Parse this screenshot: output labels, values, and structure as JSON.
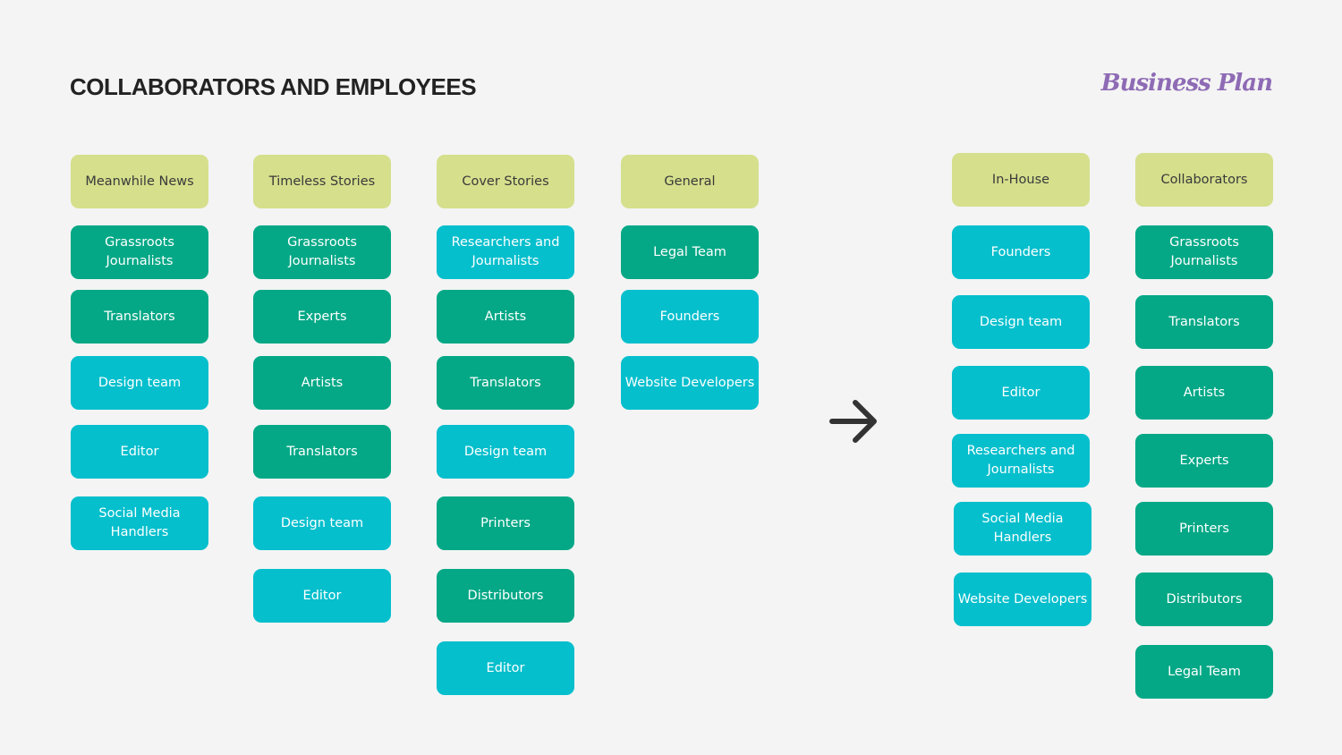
{
  "title": "COLLABORATORS AND EMPLOYEES",
  "brand": "Business Plan",
  "colors": {
    "header": "#d6df8c",
    "teal": "#04a886",
    "cyan": "#05bfcd"
  },
  "left_columns": [
    {
      "header": "Meanwhile News",
      "items": [
        {
          "label": "Grassroots Journalists",
          "color": "teal"
        },
        {
          "label": "Translators",
          "color": "teal"
        },
        {
          "label": "Design team",
          "color": "cyan"
        },
        {
          "label": "Editor",
          "color": "cyan"
        },
        {
          "label": "Social Media Handlers",
          "color": "cyan"
        }
      ]
    },
    {
      "header": "Timeless Stories",
      "items": [
        {
          "label": "Grassroots Journalists",
          "color": "teal"
        },
        {
          "label": "Experts",
          "color": "teal"
        },
        {
          "label": "Artists",
          "color": "teal"
        },
        {
          "label": "Translators",
          "color": "teal"
        },
        {
          "label": "Design team",
          "color": "cyan"
        },
        {
          "label": "Editor",
          "color": "cyan"
        }
      ]
    },
    {
      "header": "Cover Stories",
      "items": [
        {
          "label": "Researchers and Journalists",
          "color": "cyan"
        },
        {
          "label": "Artists",
          "color": "teal"
        },
        {
          "label": "Translators",
          "color": "teal"
        },
        {
          "label": "Design team",
          "color": "cyan"
        },
        {
          "label": "Printers",
          "color": "teal"
        },
        {
          "label": "Distributors",
          "color": "teal"
        },
        {
          "label": "Editor",
          "color": "cyan"
        }
      ]
    },
    {
      "header": "General",
      "items": [
        {
          "label": "Legal Team",
          "color": "teal"
        },
        {
          "label": "Founders",
          "color": "cyan"
        },
        {
          "label": "Website Developers",
          "color": "cyan"
        }
      ]
    }
  ],
  "right_columns": [
    {
      "header": "In-House",
      "items": [
        {
          "label": "Founders",
          "color": "cyan"
        },
        {
          "label": "Design team",
          "color": "cyan"
        },
        {
          "label": "Editor",
          "color": "cyan"
        },
        {
          "label": "Researchers and Journalists",
          "color": "cyan"
        },
        {
          "label": "Social Media Handlers",
          "color": "cyan"
        },
        {
          "label": "Website Developers",
          "color": "cyan"
        }
      ]
    },
    {
      "header": "Collaborators",
      "items": [
        {
          "label": "Grassroots Journalists",
          "color": "teal"
        },
        {
          "label": "Translators",
          "color": "teal"
        },
        {
          "label": "Artists",
          "color": "teal"
        },
        {
          "label": "Experts",
          "color": "teal"
        },
        {
          "label": "Printers",
          "color": "teal"
        },
        {
          "label": "Distributors",
          "color": "teal"
        },
        {
          "label": "Legal Team",
          "color": "teal"
        }
      ]
    }
  ]
}
